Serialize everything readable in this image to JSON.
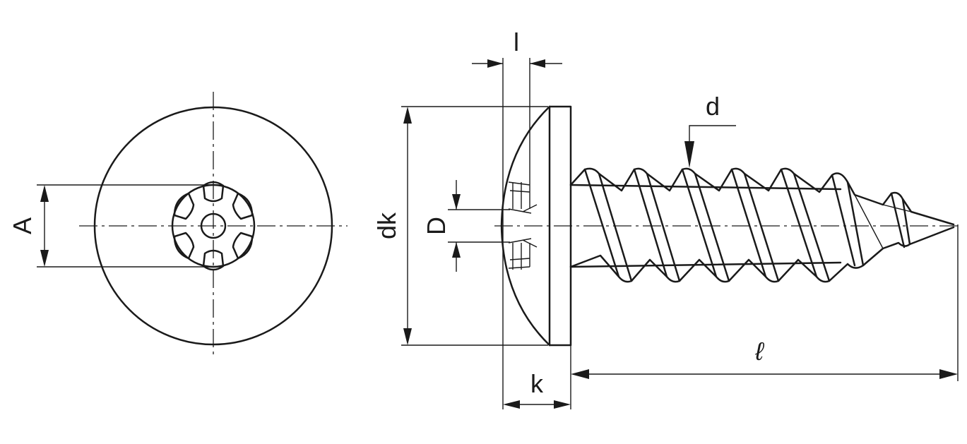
{
  "labels": {
    "A": "A",
    "dk": "dk",
    "D": "D",
    "l_recess": "l",
    "d": "d",
    "length": "ℓ",
    "k": "k"
  },
  "colors": {
    "line": "#1a1a1a",
    "background": "#ffffff"
  }
}
